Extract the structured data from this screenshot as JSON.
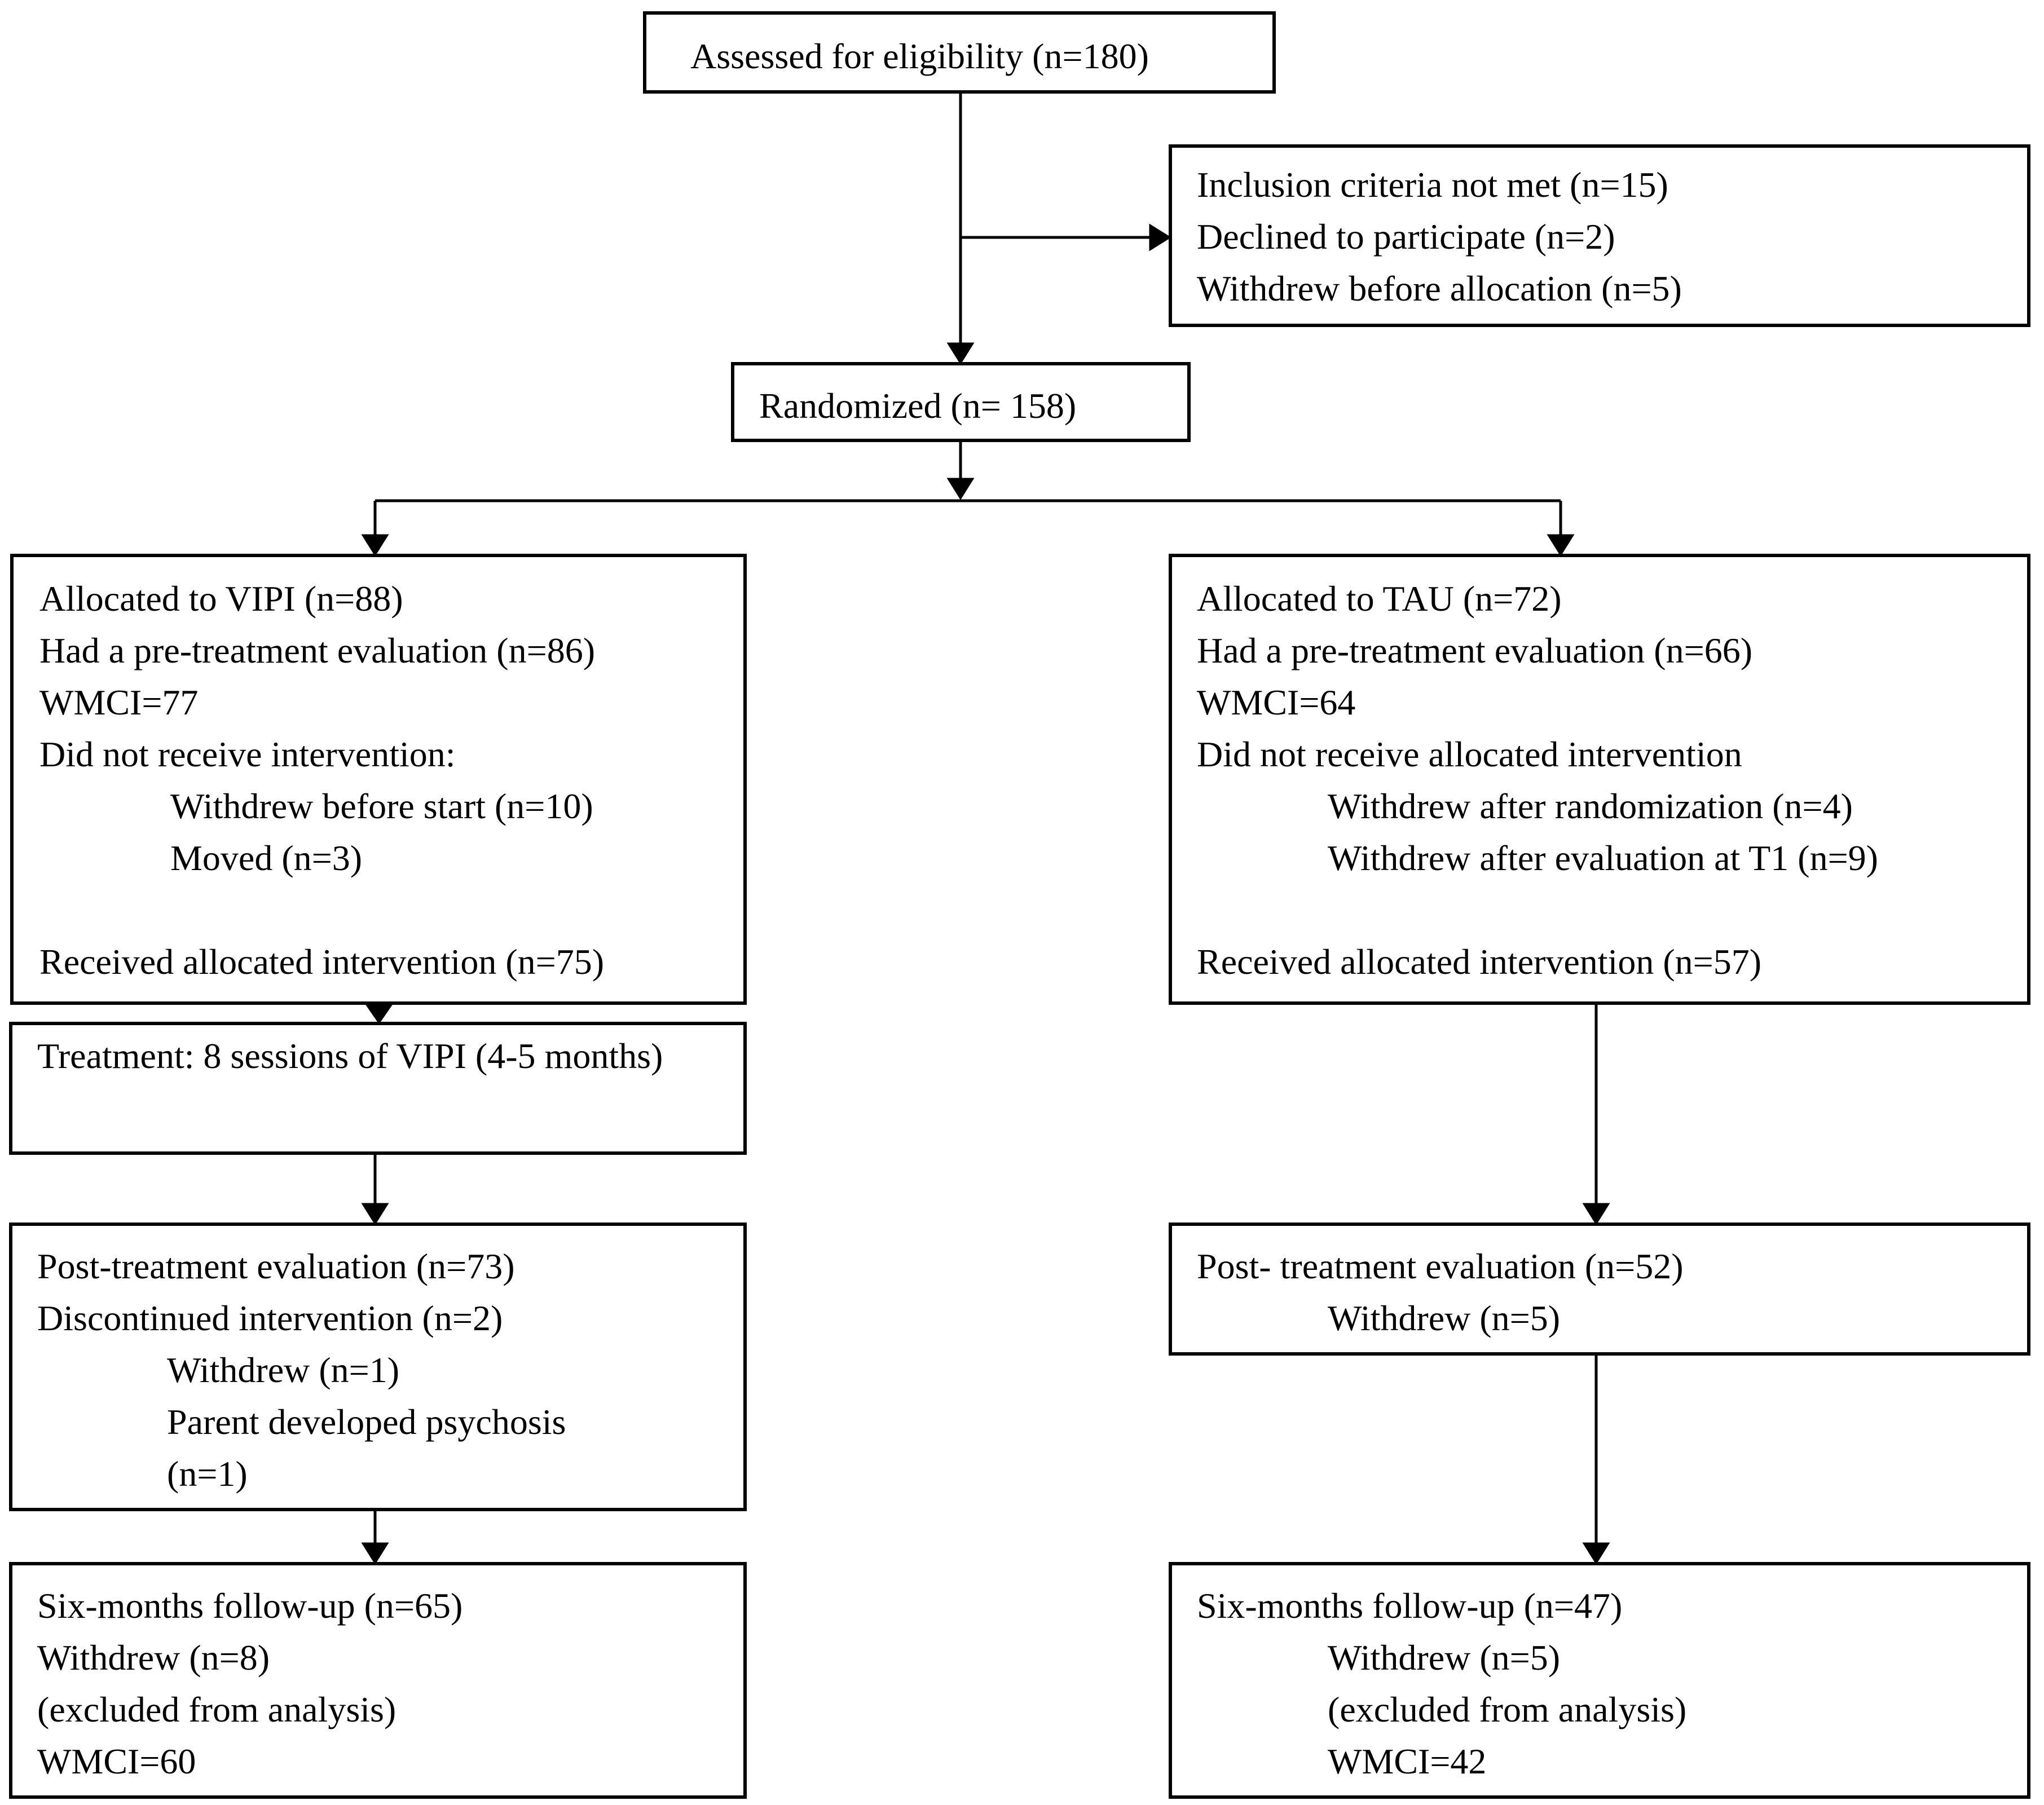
{
  "assessed": {
    "text": "Assessed for eligibility  (n=180)"
  },
  "excluded": {
    "lines": [
      "Inclusion  criteria  not met (n=15)",
      "Declined  to participate  (n=2)",
      "Withdrew  before allocation  (n=5)"
    ]
  },
  "randomized": {
    "text": "Randomized  (n= 158)"
  },
  "vipi_allocation": {
    "lines": [
      "Allocated  to  VIPI (n=88)",
      "Had a pre-treatment  evaluation  (n=86)",
      "WMCI=77",
      "Did not receive  intervention:",
      "Withdrew  before start (n=10)",
      "Moved (n=3)",
      "Received  allocated  intervention  (n=75)"
    ]
  },
  "tau_allocation": {
    "lines": [
      "Allocated  to TAU (n=72)",
      "Had a pre-treatment  evaluation  (n=66)",
      "WMCI=64",
      "Did not receive  allocated  intervention",
      "Withdrew  after randomization  (n=4)",
      "Withdrew  after evaluation  at T1 (n=9)",
      "Received  allocated  intervention  (n=57)"
    ]
  },
  "vipi_treatment": {
    "text": "Treatment:  8 sessions  of VIPI (4-5 months)"
  },
  "vipi_post": {
    "lines": [
      "Post-treatment  evaluation  (n=73)",
      "Discontinued  intervention  (n=2)",
      "Withdrew  (n=1)",
      "Parent developed psychosis",
      "(n=1)"
    ]
  },
  "tau_post": {
    "lines": [
      "Post- treatment  evaluation  (n=52)",
      "Withdrew  (n=5)"
    ]
  },
  "vipi_followup": {
    "lines": [
      "Six-months  follow-up  (n=65)",
      "Withdrew  (n=8)",
      "(excluded  from  analysis)",
      "WMCI=60"
    ]
  },
  "tau_followup": {
    "lines": [
      "Six-months  follow-up  (n=47)",
      "Withdrew  (n=5)",
      "(excluded  from  analysis)",
      "WMCI=42"
    ]
  }
}
